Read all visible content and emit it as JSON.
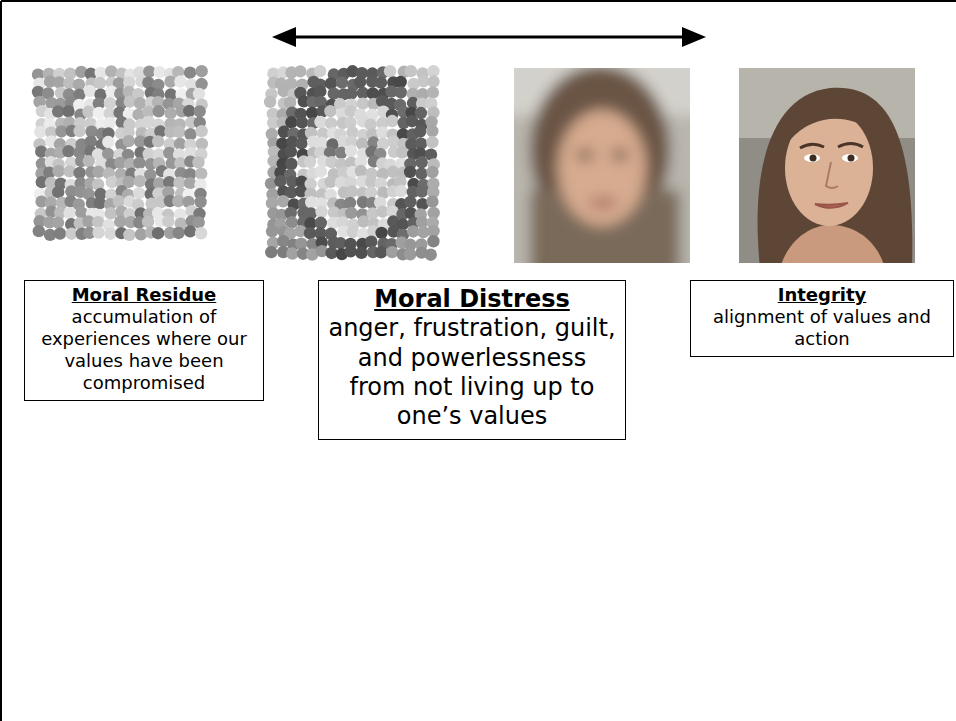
{
  "diagram": {
    "nodes": [
      {
        "text": [
          "Moral Residue",
          "accumulation of experiences where our values have been compromised"
        ]
      },
      {
        "text": [
          "Moral Distress",
          "anger, frustration, guilt, and powerlessness from not living up to one’s values"
        ]
      },
      {
        "text": [
          "Integrity",
          "alignment of values and action"
        ]
      }
    ]
  }
}
